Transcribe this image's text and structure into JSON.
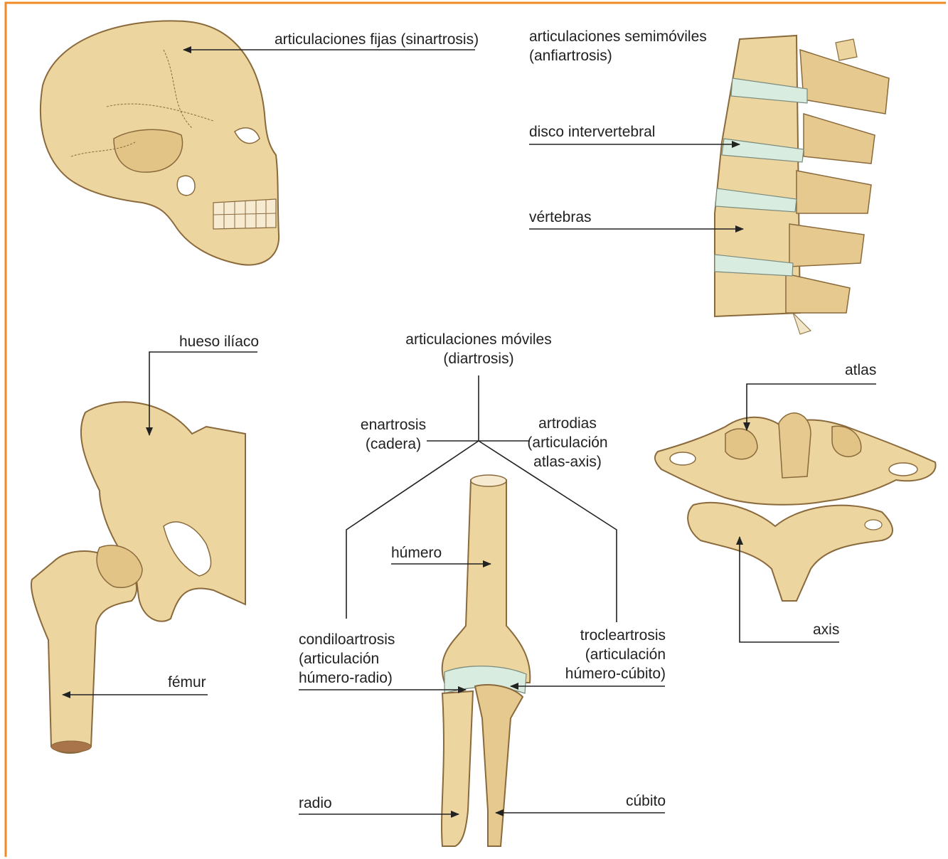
{
  "colors": {
    "border": "#f08a24",
    "bone": "#ecd59f",
    "bone_shade": "#c9a56a",
    "bone_outline": "#8a6a3c",
    "cartilage": "#d8ecdf",
    "line": "#222222"
  },
  "labels": {
    "skull": "articulaciones fijas (sinartrosis)",
    "spine_title_1": "articulaciones semimóviles",
    "spine_title_2": "(anfiartrosis)",
    "disc": "disco intervertebral",
    "vertebrae": "vértebras",
    "iliac": "hueso ilíaco",
    "femur": "fémur",
    "mobile_1": "articulaciones móviles",
    "mobile_2": "(diartrosis)",
    "enartrosis_1": "enartrosis",
    "enartrosis_2": "(cadera)",
    "artrodias_1": "artrodias",
    "artrodias_2": "(articulación",
    "artrodias_3": "atlas-axis)",
    "humero": "húmero",
    "condilo_1": "condiloartrosis",
    "condilo_2": "(articulación",
    "condilo_3": "húmero-radio)",
    "troclea_1": "trocleartrosis",
    "troclea_2": "(articulación",
    "troclea_3": "húmero-cúbito)",
    "radio": "radio",
    "cubito": "cúbito",
    "atlas": "atlas",
    "axis": "axis"
  }
}
